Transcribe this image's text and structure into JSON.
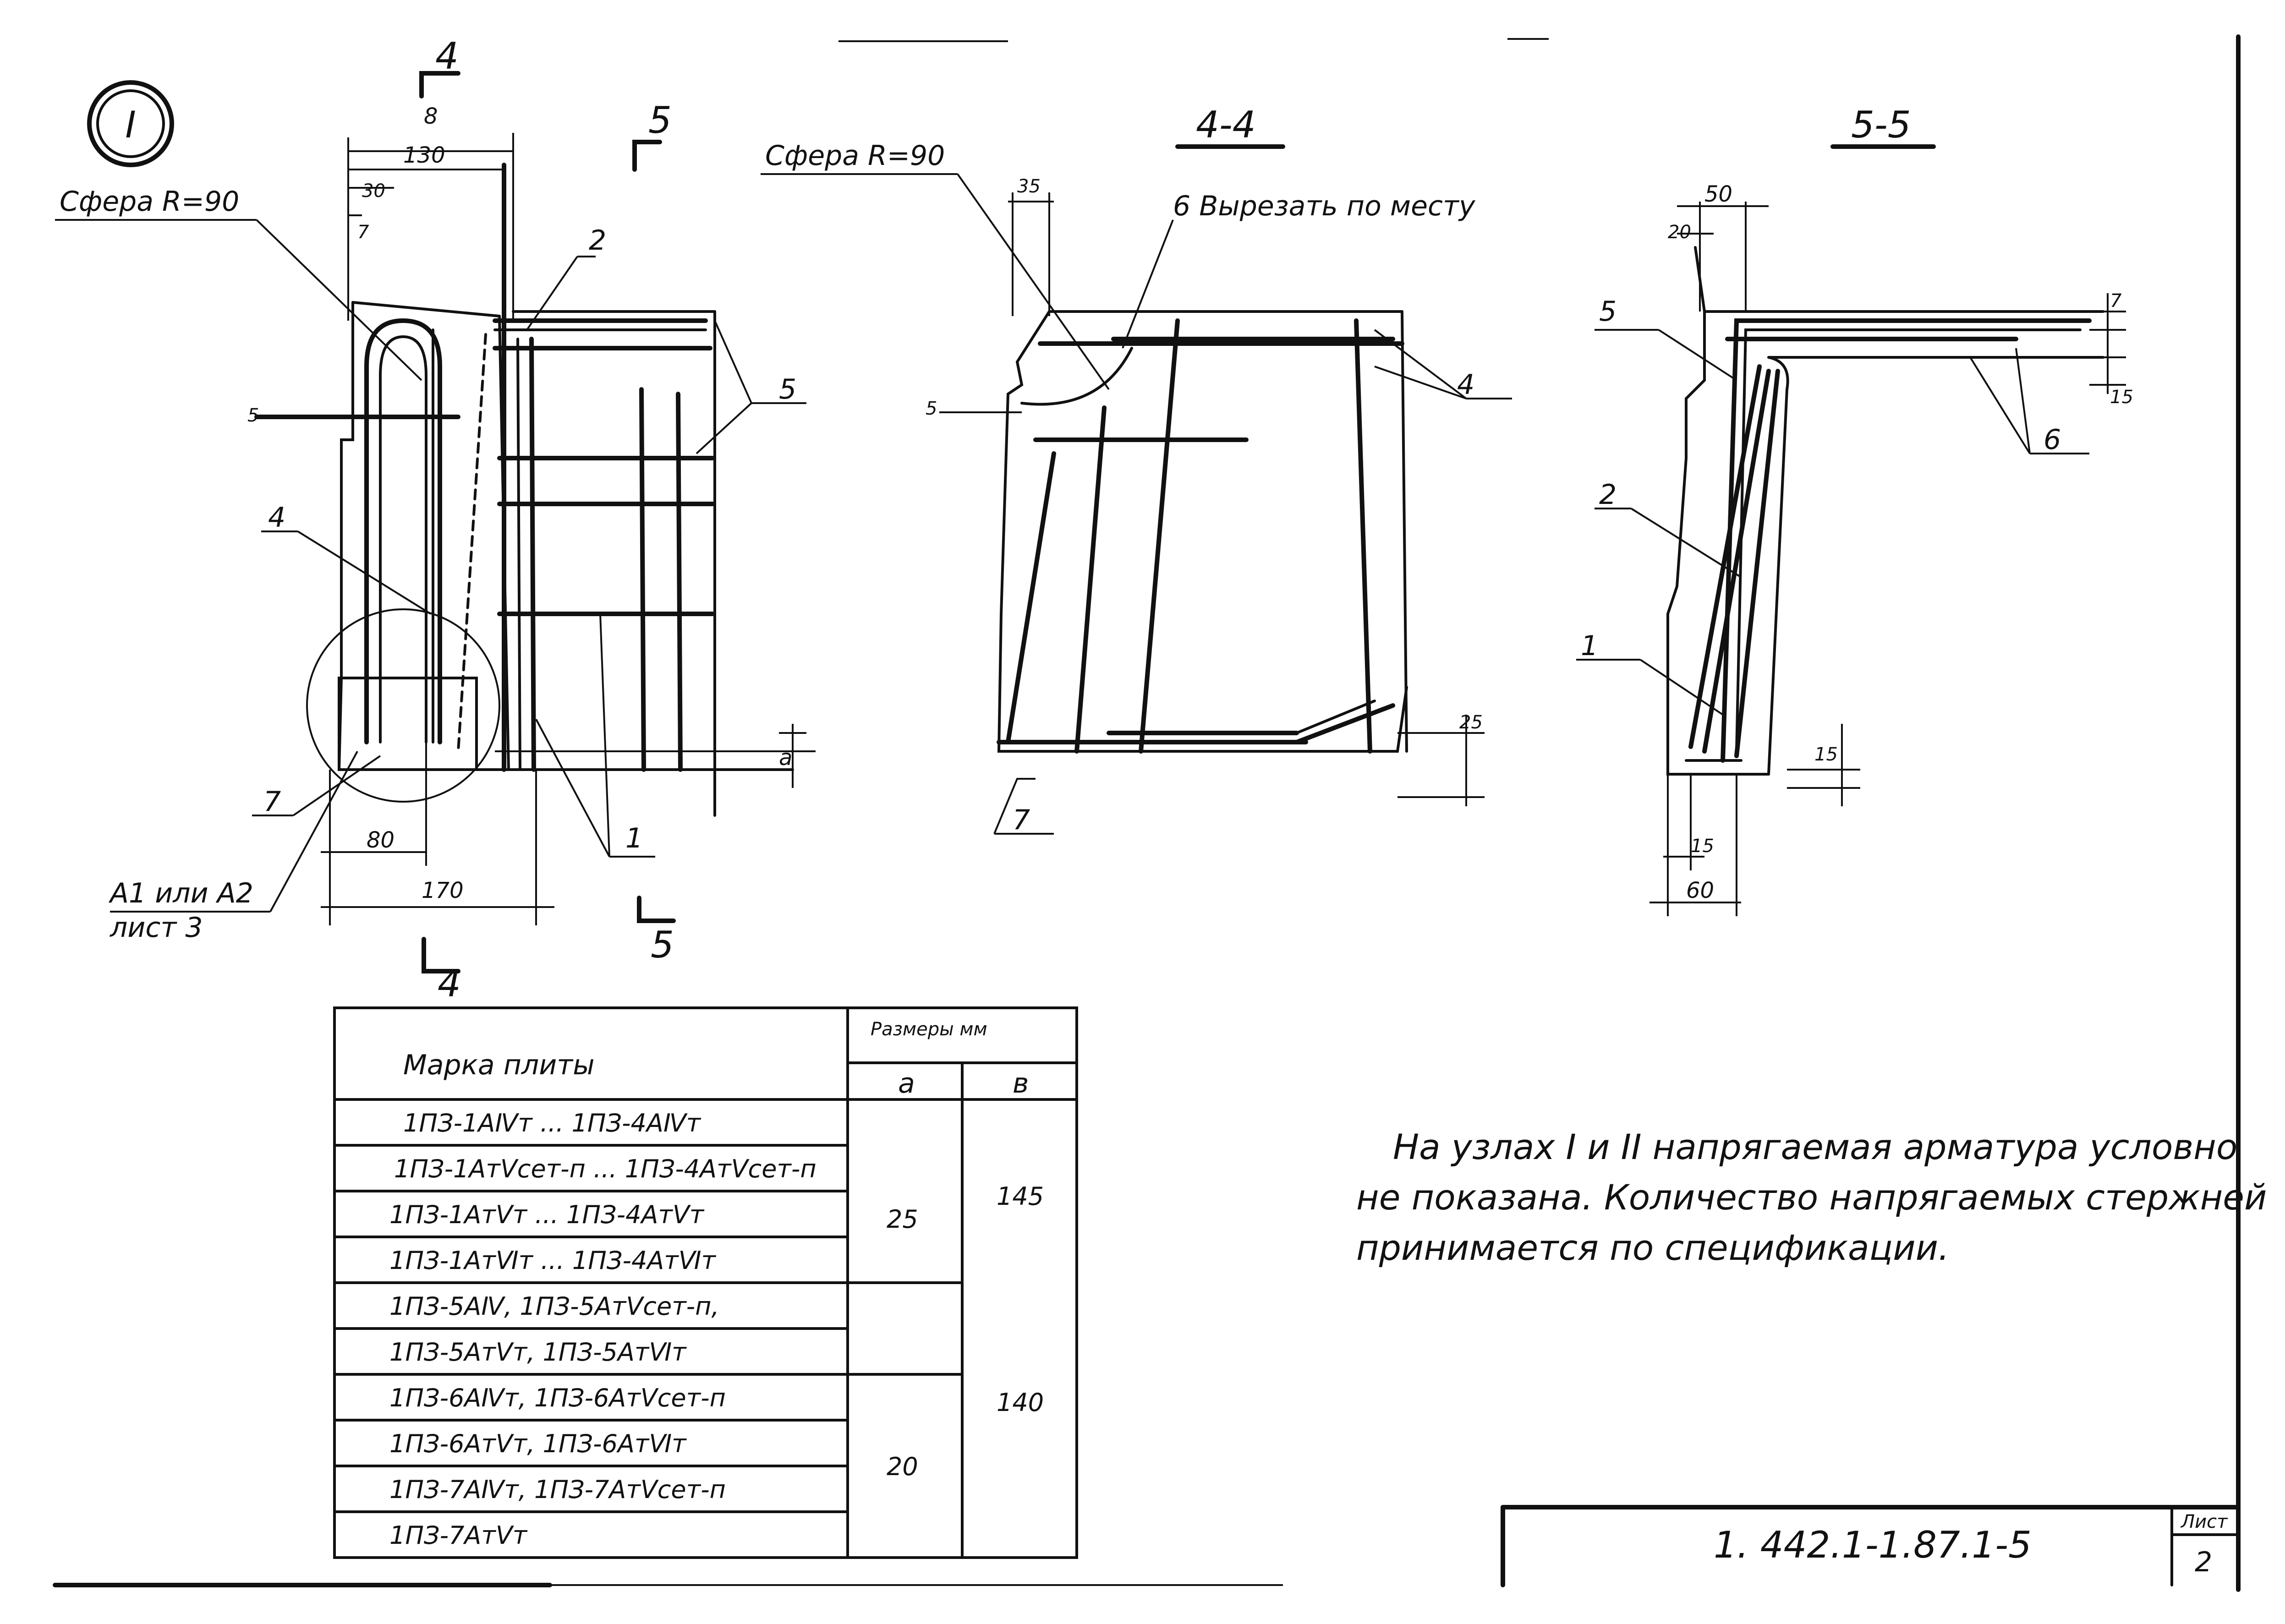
{
  "node": {
    "marker": "I"
  },
  "labels": {
    "sphere_main": "Сфера R=90",
    "sphere_44": "Сфера R=90",
    "cut_note": "6  Вырезать по месту",
    "ref_sheet_1": "А1 или А2",
    "ref_sheet_2": "лист 3"
  },
  "section_marks": {
    "s4_top": "4",
    "s4_bottom": "4",
    "s5_top": "5",
    "s5_bottom": "5",
    "title_44": "4-4",
    "title_55": "5-5"
  },
  "main_view": {
    "dims": {
      "d130": "130",
      "d8": "8",
      "d30": "30",
      "d7": "7",
      "d5": "5",
      "d80": "80",
      "d170": "170",
      "da": "a"
    },
    "callouts": {
      "c2": "2",
      "c4": "4",
      "c5": "5",
      "c7": "7",
      "c1": "1"
    }
  },
  "view_44": {
    "dims": {
      "d35": "35",
      "d5": "5",
      "d25": "25"
    },
    "callouts": {
      "c4": "4",
      "c7": "7"
    }
  },
  "view_55": {
    "dims": {
      "d50": "50",
      "d20": "20",
      "d7": "7",
      "d15r": "15",
      "d15": "15",
      "d15b": "15",
      "d60": "60"
    },
    "callouts": {
      "c5": "5",
      "c6": "6",
      "c2": "2",
      "c1": "1"
    }
  },
  "table": {
    "header_mark": "Марка плиты",
    "header_sizes": "Размеры мм",
    "col_a": "a",
    "col_b": "в",
    "rows": [
      "1ПЗ-1АⅣт ... 1ПЗ-4АⅣт",
      "1ПЗ-1АтⅤсет-п ... 1ПЗ-4АтⅤсет-п",
      "1ПЗ-1АтⅤт ... 1ПЗ-4АтⅤт",
      "1ПЗ-1АтⅥт ... 1ПЗ-4АтⅥт",
      "1ПЗ-5АⅣ, 1ПЗ-5АтⅤсет-п,",
      "1ПЗ-5АтⅤт, 1ПЗ-5АтⅥт",
      "1ПЗ-6АⅣт, 1ПЗ-6АтⅤсет-п",
      "1ПЗ-6АтⅤт, 1ПЗ-6АтⅥт",
      "1ПЗ-7АⅣт, 1ПЗ-7АтⅤсет-п",
      "1ПЗ-7АтⅤт"
    ],
    "a_vals": [
      "25",
      "20"
    ],
    "b_vals": [
      "145",
      "140"
    ]
  },
  "note": {
    "line1": "На узлах I и II напрягаемая арматура условно",
    "line2": "не показана. Количество напрягаемых стержней",
    "line3": "принимается по спецификации."
  },
  "stamp": {
    "code": "1. 442.1-1.87.1-5",
    "sheet_label": "Лист",
    "sheet_no": "2"
  }
}
